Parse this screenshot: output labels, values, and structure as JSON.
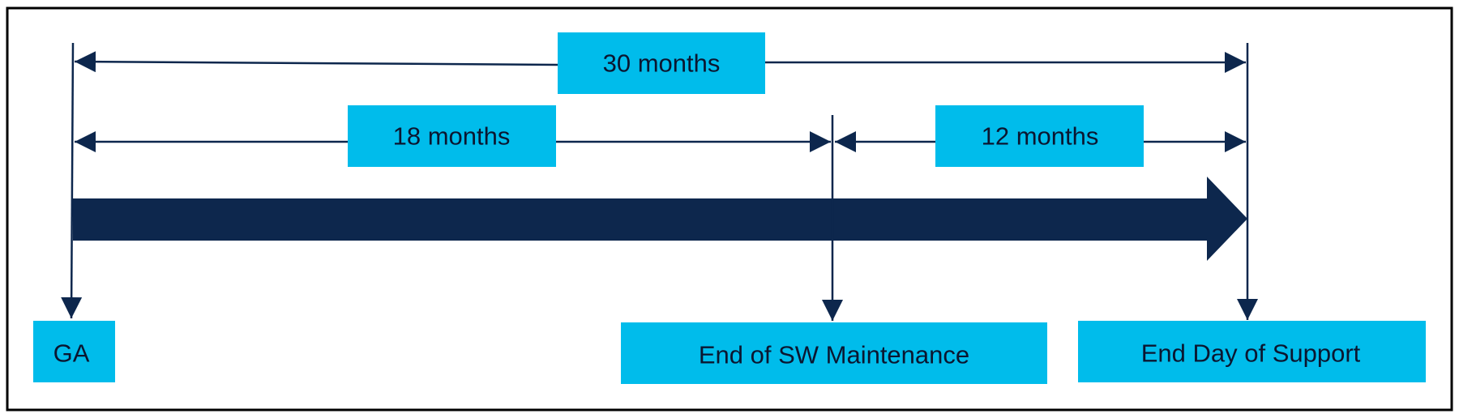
{
  "colors": {
    "frame": "#000000",
    "box_fill": "#00bceb",
    "navy": "#0d274d",
    "text": "#0b1630"
  },
  "spans": {
    "total": "30 months",
    "maintenance": "18 months",
    "remaining": "12 months"
  },
  "milestones": {
    "ga": "GA",
    "end_sw_maintenance": "End of SW Maintenance",
    "end_day_support": "End Day of Support"
  }
}
